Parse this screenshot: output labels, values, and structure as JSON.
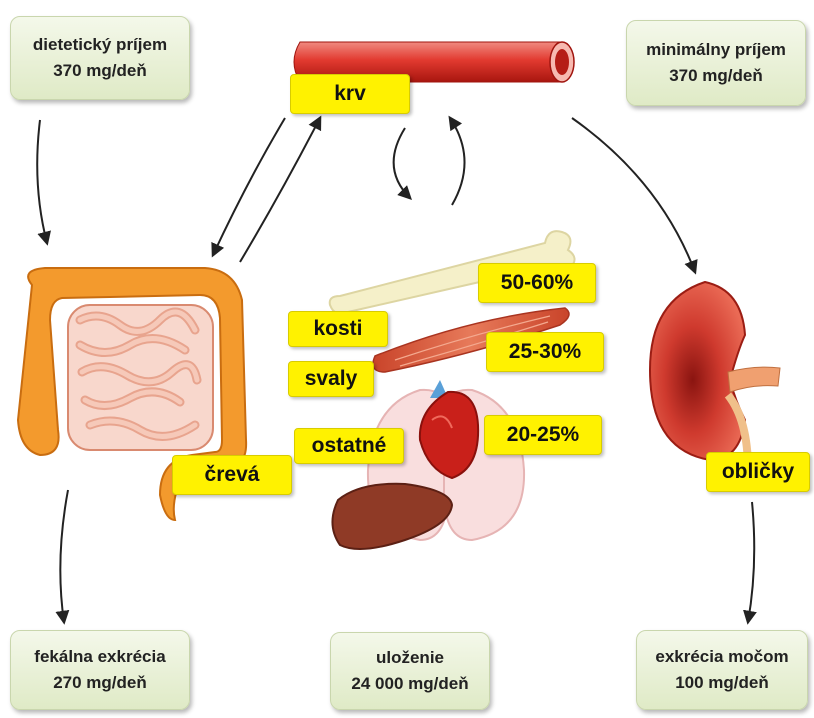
{
  "boxes": {
    "dietary_intake": {
      "line1": "dietetický príjem",
      "line2": "370 mg/deň"
    },
    "minimal_intake": {
      "line1": "minimálny príjem",
      "line2": "370 mg/deň"
    },
    "fecal_excretion": {
      "line1": "fekálna exkrécia",
      "line2": "270 mg/deň"
    },
    "storage": {
      "line1": "uloženie",
      "line2": "24 000 mg/deň"
    },
    "urine_excretion": {
      "line1": "exkrécia močom",
      "line2": "100 mg/deň"
    }
  },
  "labels": {
    "blood": "krv",
    "intestines": "črevá",
    "kidneys": "obličky",
    "bones": "kosti",
    "muscles": "svaly",
    "other": "ostatné"
  },
  "percentages": {
    "bones": "50-60%",
    "muscles": "25-30%",
    "other": "20-25%"
  },
  "colors": {
    "label_yellow": "#fff200",
    "box_green": "#e6efd2",
    "blood_vessel": "#d92a24",
    "intestine_orange": "#f39a2d",
    "kidney_red": "#d1362a"
  }
}
